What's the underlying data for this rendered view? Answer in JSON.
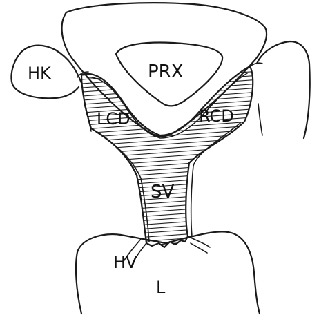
{
  "diagram": {
    "labels": {
      "hk": "HK",
      "prx": "PRX",
      "lcd": "LCD",
      "rcd": "RCD",
      "sv": "SV",
      "hv": "HV",
      "l": "L"
    }
  }
}
